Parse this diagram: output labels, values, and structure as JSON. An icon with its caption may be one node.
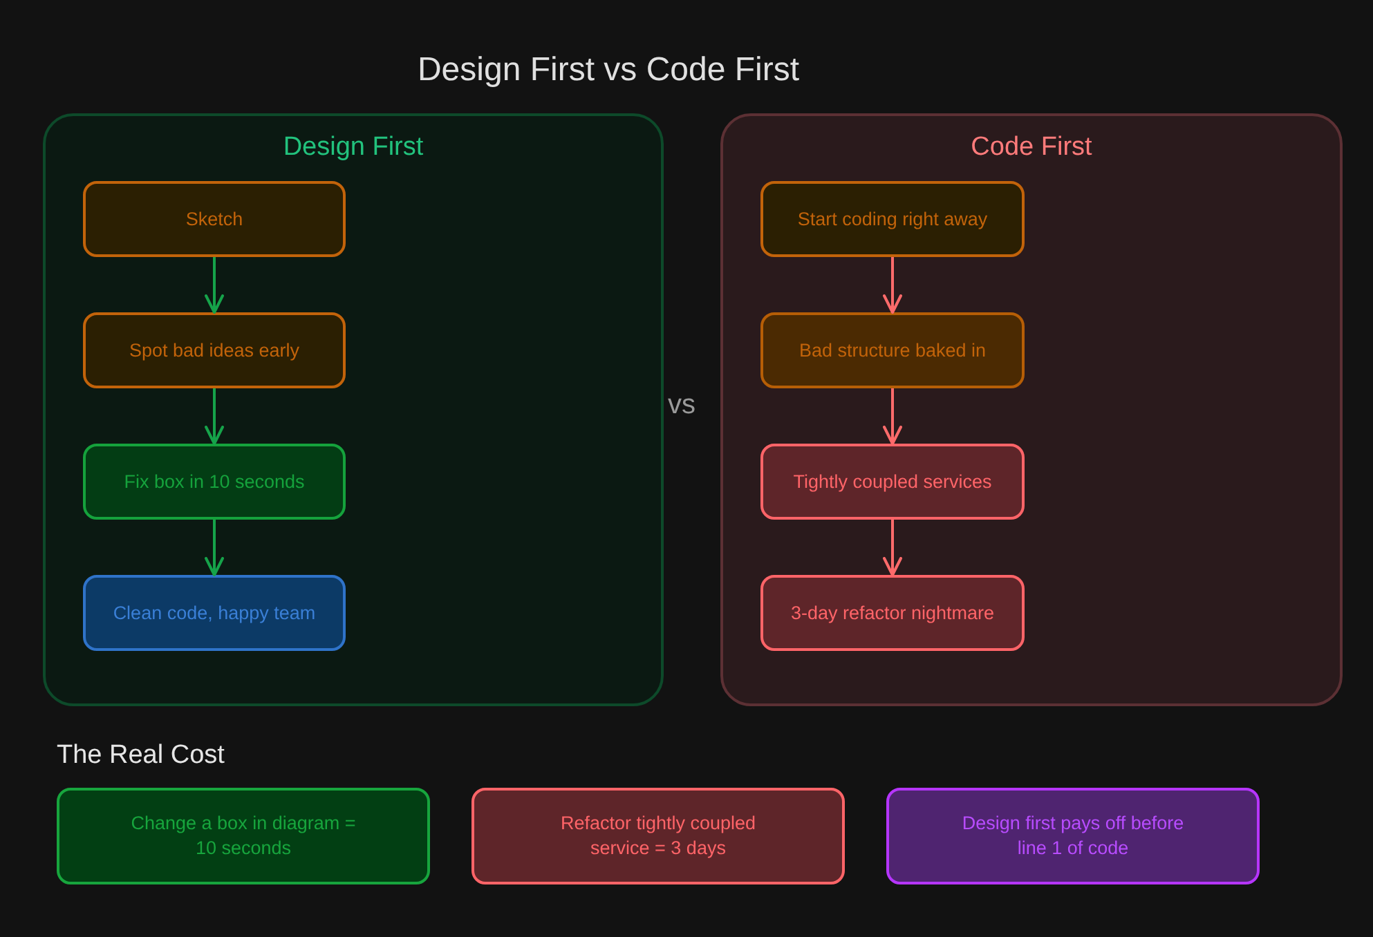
{
  "diagram": {
    "title": "Design First vs Code First",
    "nodes": [
      {
        "text": [
          "Design First"
        ]
      },
      {
        "text": [
          "Sketch"
        ],
        "in": 0
      },
      {
        "text": [
          "Spot bad ideas early"
        ],
        "in": 0
      },
      {
        "text": [
          "Fix box in 10 seconds"
        ],
        "in": 0
      },
      {
        "text": [
          "Clean code, happy team"
        ],
        "in": 0
      },
      {
        "text": [
          "Code First"
        ]
      },
      {
        "text": [
          "Start coding right away"
        ],
        "in": 5
      },
      {
        "text": [
          "Bad structure baked in"
        ],
        "in": 5
      },
      {
        "text": [
          "Tightly coupled services"
        ],
        "in": 5
      },
      {
        "text": [
          "3-day refactor nightmare"
        ],
        "in": 5
      },
      {
        "text": [
          "Change a box in diagram = 10 seconds"
        ]
      },
      {
        "text": [
          "Refactor tightly coupled service = 3 days"
        ]
      },
      {
        "text": [
          "Design first pays off before line 1 of code"
        ]
      }
    ],
    "edges": [
      {
        "from": 1,
        "to": 2,
        "arrow": "to",
        "color": "#16a34a"
      },
      {
        "from": 2,
        "to": 3,
        "arrow": "to",
        "color": "#16a34a"
      },
      {
        "from": 3,
        "to": 4,
        "arrow": "to",
        "color": "#16a34a"
      },
      {
        "from": 6,
        "to": 7,
        "arrow": "to",
        "color": "#ff6b6b"
      },
      {
        "from": 7,
        "to": 8,
        "arrow": "to",
        "color": "#ff6b6b"
      },
      {
        "from": 8,
        "to": 9,
        "arrow": "to",
        "color": "#ff6b6b"
      }
    ],
    "labels": [
      "vs",
      "The Real Cost"
    ]
  }
}
